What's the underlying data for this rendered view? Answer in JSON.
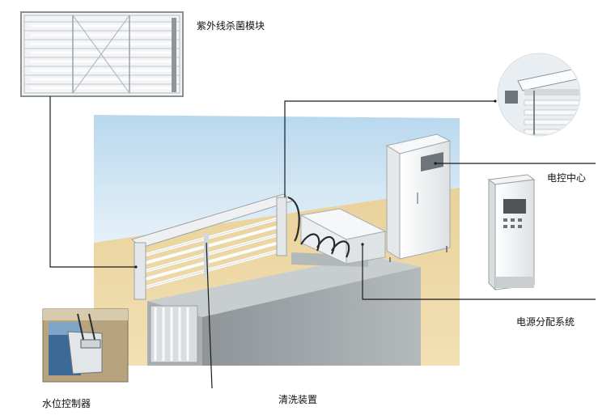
{
  "labels": {
    "uv_module": "紫外线杀菌模块",
    "control_center": "电控中心",
    "power_distribution": "电源分配系统",
    "water_level_controller": "水位控制器",
    "cleaning_device": "清洗装置"
  },
  "colors": {
    "sky": "#c9e2f2",
    "sand": "#ecd7a3",
    "concrete": "#9aa0a4",
    "cabinet": "#f1f3f4",
    "leader_line": "#1a1a1a"
  }
}
